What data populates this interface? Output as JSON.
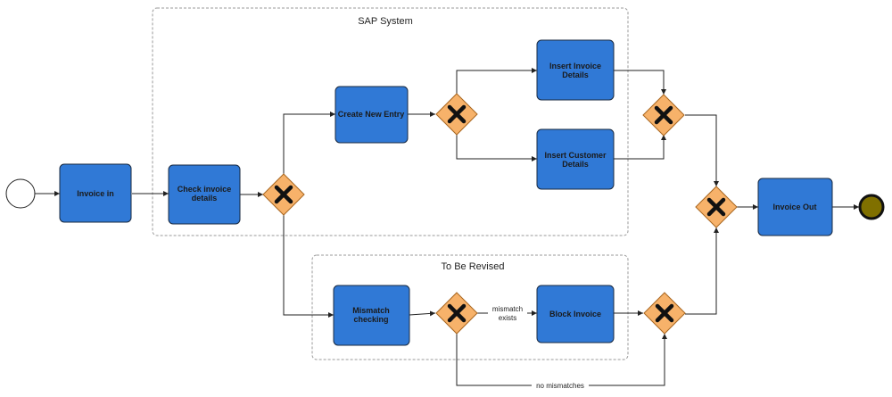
{
  "colors": {
    "task_fill": "#3079d6",
    "task_stroke": "#1a2a40",
    "gateway_fill": "#f7b26a",
    "gateway_stroke": "#a8661f",
    "end_fill": "#807000",
    "group_stroke": "#9a9a9a",
    "edge": "#222222"
  },
  "groups": {
    "sap": {
      "title": "SAP System"
    },
    "revise": {
      "title": "To Be Revised"
    }
  },
  "tasks": {
    "invoice_in": {
      "lines": [
        "Invoice in"
      ]
    },
    "check": {
      "lines": [
        "Check invoice",
        "details"
      ]
    },
    "create": {
      "lines": [
        "Create New Entry"
      ]
    },
    "insert_invoice": {
      "lines": [
        "Insert Invoice",
        "Details"
      ]
    },
    "insert_customer": {
      "lines": [
        "Insert Customer",
        "Details"
      ]
    },
    "invoice_out": {
      "lines": [
        "Invoice Out"
      ]
    },
    "mismatch": {
      "lines": [
        "Mismatch",
        "checking"
      ]
    },
    "block": {
      "lines": [
        "Block Invoice"
      ]
    }
  },
  "edge_labels": {
    "mismatch_exists": {
      "lines": [
        "mismatch",
        "exists"
      ]
    },
    "no_mismatches": {
      "lines": [
        "no mismatches"
      ]
    }
  },
  "icons": {
    "start": "start-event-icon",
    "end": "end-event-icon",
    "gateway": "exclusive-gateway-icon"
  }
}
